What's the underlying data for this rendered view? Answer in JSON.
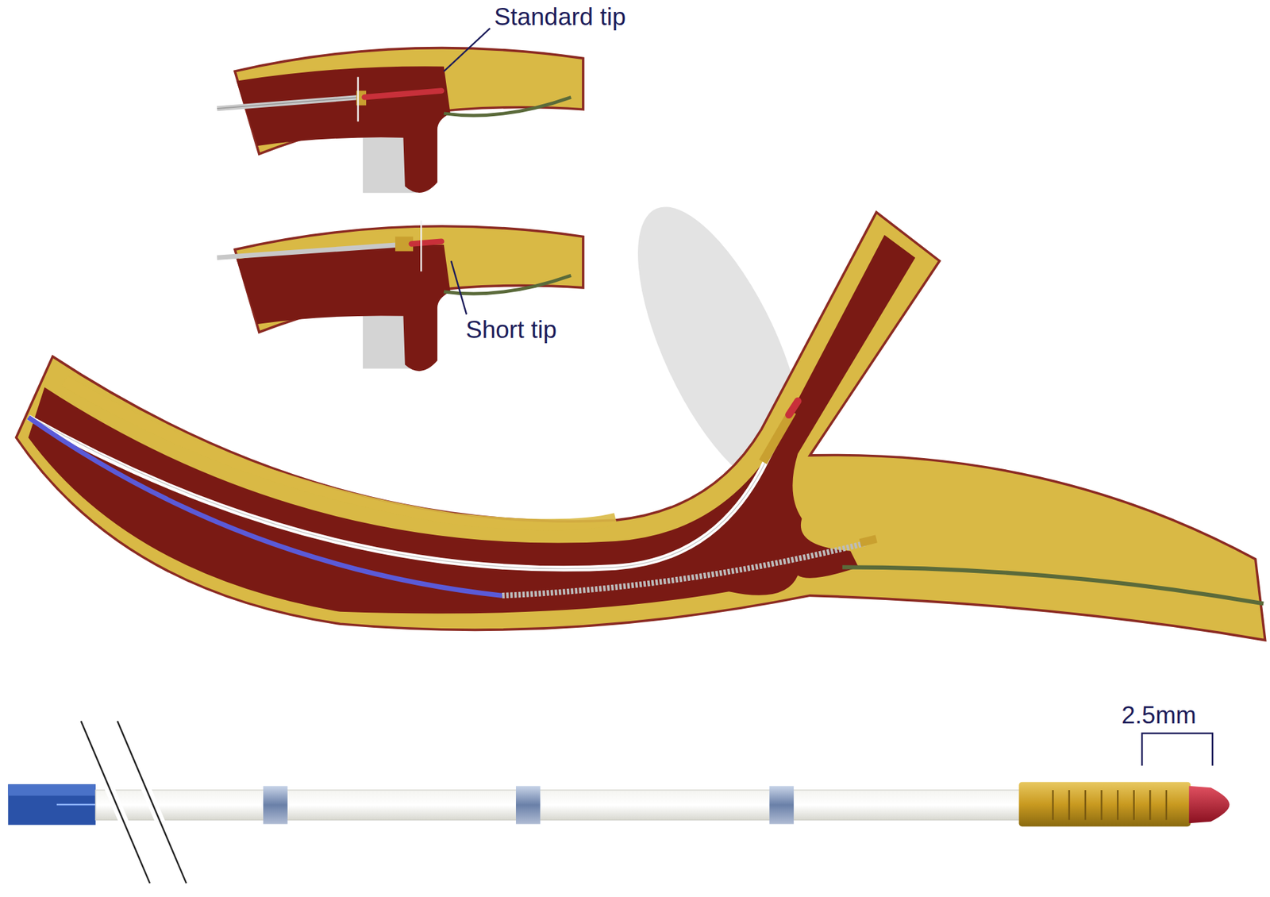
{
  "diagram": {
    "labels": [
      "Standard tip",
      "Short tip",
      "2.5mm"
    ]
  }
}
